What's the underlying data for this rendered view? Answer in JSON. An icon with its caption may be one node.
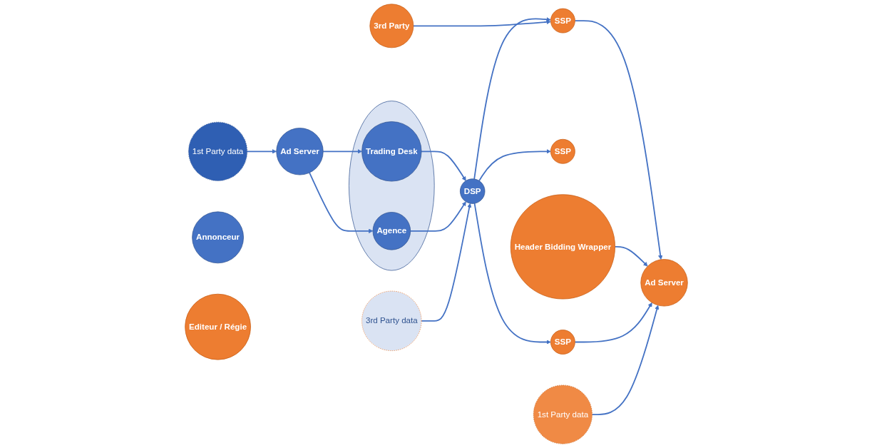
{
  "diagram": {
    "nodes": [
      {
        "text": [
          "Annonceur"
        ]
      },
      {
        "text": [
          "1st Party data"
        ]
      },
      {
        "text": [
          "Ad Server"
        ]
      },
      {
        "text": [],
        "shape": "ellipse"
      },
      {
        "text": [
          "Trading Desk"
        ],
        "in": 3
      },
      {
        "text": [
          "Agence"
        ],
        "in": 3
      },
      {
        "text": [
          "3rd Party data"
        ]
      },
      {
        "text": [
          "DSP"
        ]
      },
      {
        "text": [
          "3rd Party"
        ]
      },
      {
        "text": [
          "SSP"
        ]
      },
      {
        "text": [
          "SSP"
        ]
      },
      {
        "text": [
          "SSP"
        ]
      },
      {
        "text": [
          "Header Bidding Wrapper"
        ]
      },
      {
        "text": [
          "1st Party data"
        ]
      },
      {
        "text": [
          "Ad Server"
        ]
      },
      {
        "text": [
          "Editeur / Régie"
        ]
      }
    ],
    "edges": [
      {
        "from": 1,
        "to": 2,
        "arrow": "to"
      },
      {
        "from": 2,
        "to": 4,
        "arrow": "to"
      },
      {
        "from": 2,
        "to": 5,
        "arrow": "to"
      },
      {
        "from": 4,
        "to": 7,
        "arrow": "to"
      },
      {
        "from": 5,
        "to": 7,
        "arrow": "to"
      },
      {
        "from": 6,
        "to": 7,
        "arrow": "to"
      },
      {
        "from": 7,
        "to": 9,
        "arrow": "to"
      },
      {
        "from": 7,
        "to": 10,
        "arrow": "to"
      },
      {
        "from": 7,
        "to": 11,
        "arrow": "to"
      },
      {
        "from": 8,
        "to": 9,
        "arrow": "to"
      },
      {
        "from": 9,
        "to": 14,
        "arrow": "to"
      },
      {
        "from": 12,
        "to": 14,
        "arrow": "to"
      },
      {
        "from": 11,
        "to": 14,
        "arrow": "to"
      },
      {
        "from": 13,
        "to": 14,
        "arrow": "to"
      }
    ]
  }
}
